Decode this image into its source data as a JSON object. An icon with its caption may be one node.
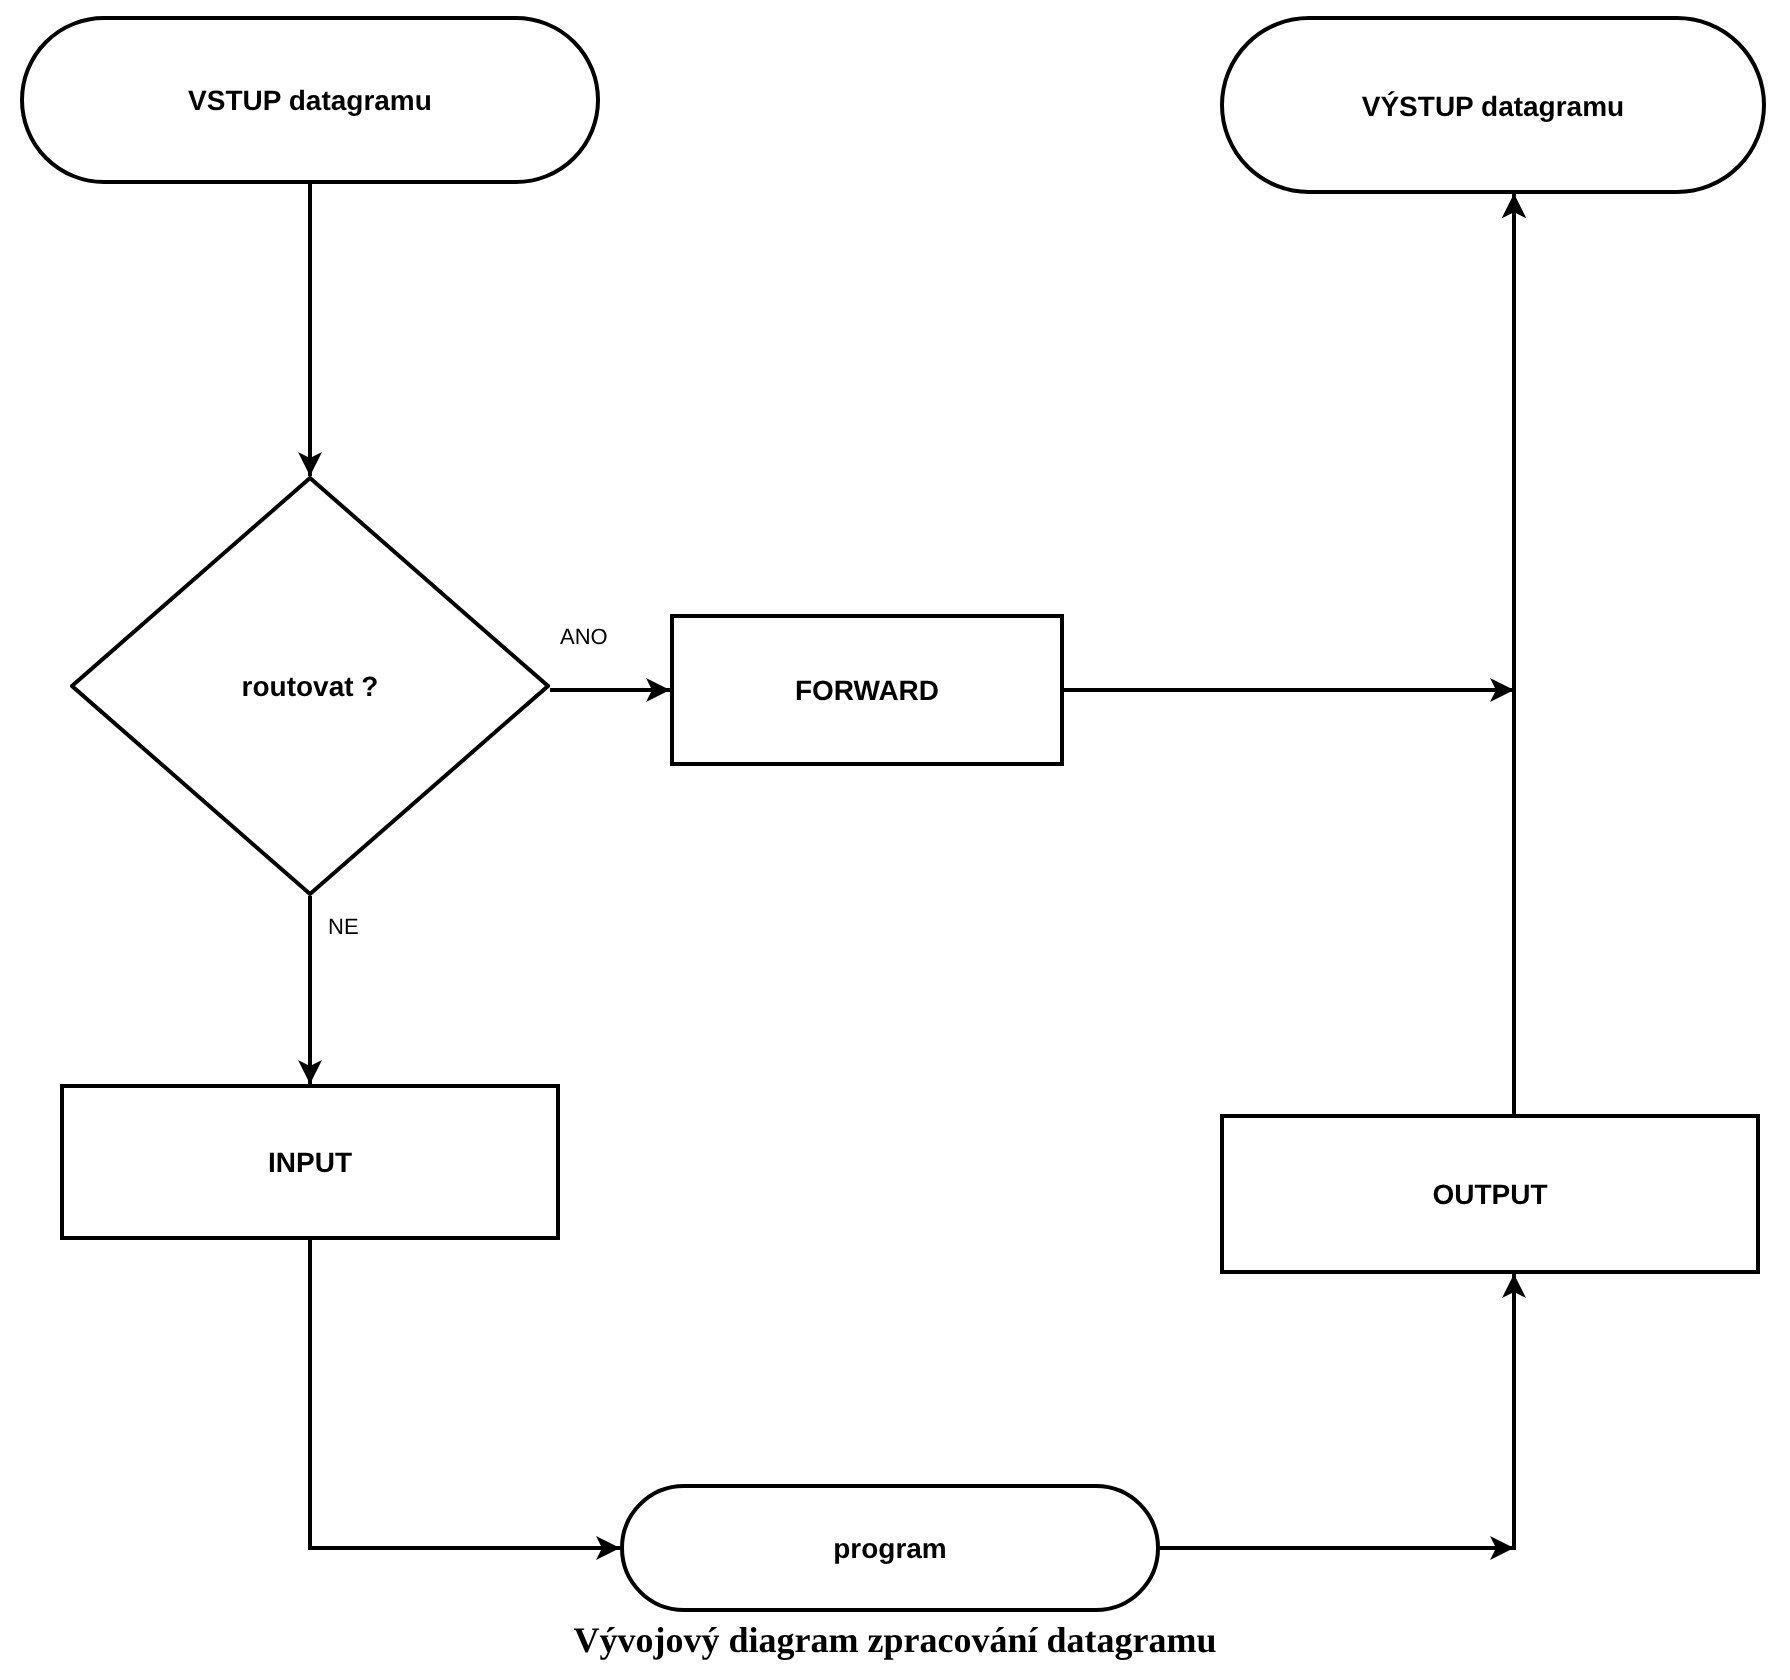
{
  "diagram": {
    "caption": "Vývojový diagram zpracování datagramu",
    "nodes": [
      {
        "text": [
          "VSTUP datagramu"
        ]
      },
      {
        "text": [
          "routovat ?"
        ]
      },
      {
        "text": [
          "FORWARD"
        ]
      },
      {
        "text": [
          "VÝSTUP datagramu"
        ]
      },
      {
        "text": [
          "INPUT"
        ]
      },
      {
        "text": [
          "OUTPUT"
        ]
      },
      {
        "text": [
          "program"
        ]
      }
    ],
    "edges": [
      {
        "from": 0,
        "to": 1,
        "arrow": "to"
      },
      {
        "from": 1,
        "to": 2,
        "arrow": "to",
        "label": "ANO"
      },
      {
        "from": 1,
        "to": 4,
        "arrow": "to",
        "label": "NE"
      },
      {
        "from": 2,
        "to": 3,
        "arrow": "to"
      },
      {
        "from": 4,
        "to": 6,
        "arrow": "to"
      },
      {
        "from": 6,
        "to": 5,
        "arrow": "to"
      },
      {
        "from": 5,
        "to": 3,
        "arrow": "to"
      }
    ]
  }
}
